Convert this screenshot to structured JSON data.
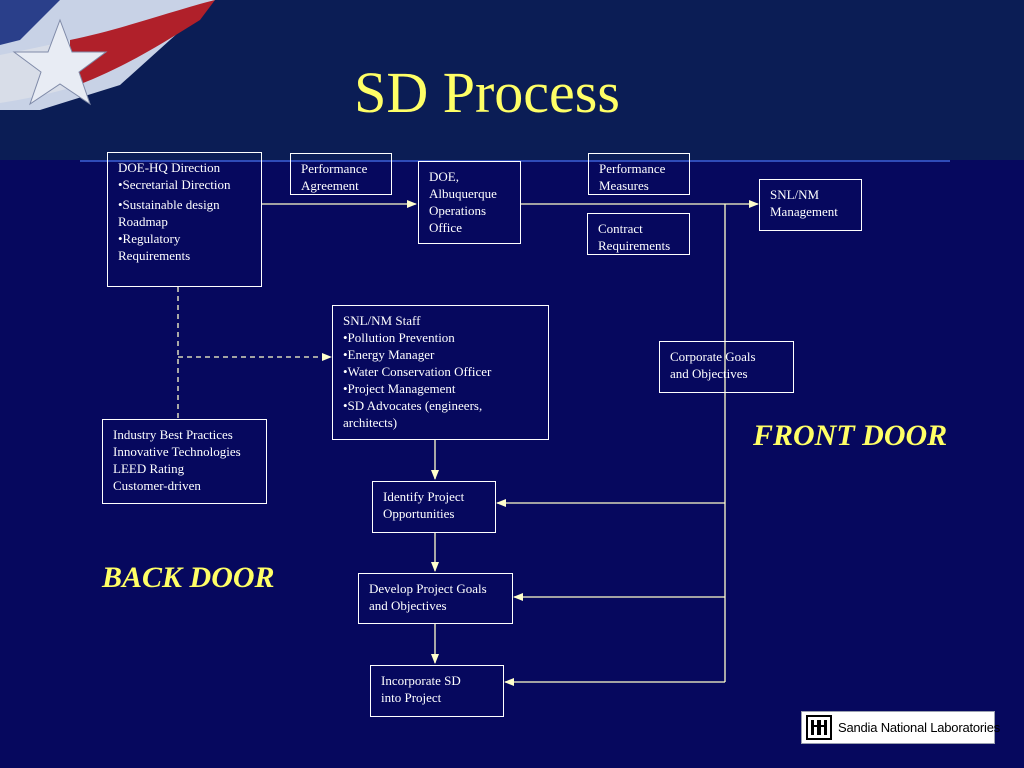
{
  "title": "SD Process",
  "boxes": {
    "doe_hq": [
      "DOE-HQ Direction",
      "•Secretarial Direction",
      "•Sustainable design",
      "Roadmap",
      "•Regulatory",
      "Requirements"
    ],
    "perf_agreement": [
      "Performance",
      "Agreement"
    ],
    "doe_albuquerque": [
      "DOE,",
      "Albuquerque",
      "Operations",
      "Office"
    ],
    "perf_measures": [
      "Performance",
      "Measures"
    ],
    "contract_req": [
      "Contract",
      "Requirements"
    ],
    "snl_mgmt": [
      "SNL/NM",
      "Management"
    ],
    "snl_staff": [
      "SNL/NM Staff",
      "•Pollution Prevention",
      "•Energy Manager",
      "•Water Conservation Officer",
      "•Project Management",
      "•SD Advocates (engineers,",
      "architects)"
    ],
    "corp_goals": [
      "Corporate Goals",
      "and Objectives"
    ],
    "industry": [
      "Industry Best Practices",
      "Innovative Technologies",
      "LEED Rating",
      "Customer-driven"
    ],
    "identify": [
      "Identify Project",
      "Opportunities"
    ],
    "develop": [
      "Develop Project Goals",
      "and Objectives"
    ],
    "incorporate": [
      "Incorporate SD",
      "into Project"
    ]
  },
  "labels": {
    "front_door": "FRONT DOOR",
    "back_door": "BACK DOOR"
  },
  "logo": {
    "text": "Sandia National Laboratories"
  },
  "colors": {
    "background": "#06085e",
    "header": "#0b1d55",
    "title": "#ffff66",
    "box_border": "#ffffff",
    "connector": "#ffffcc"
  }
}
